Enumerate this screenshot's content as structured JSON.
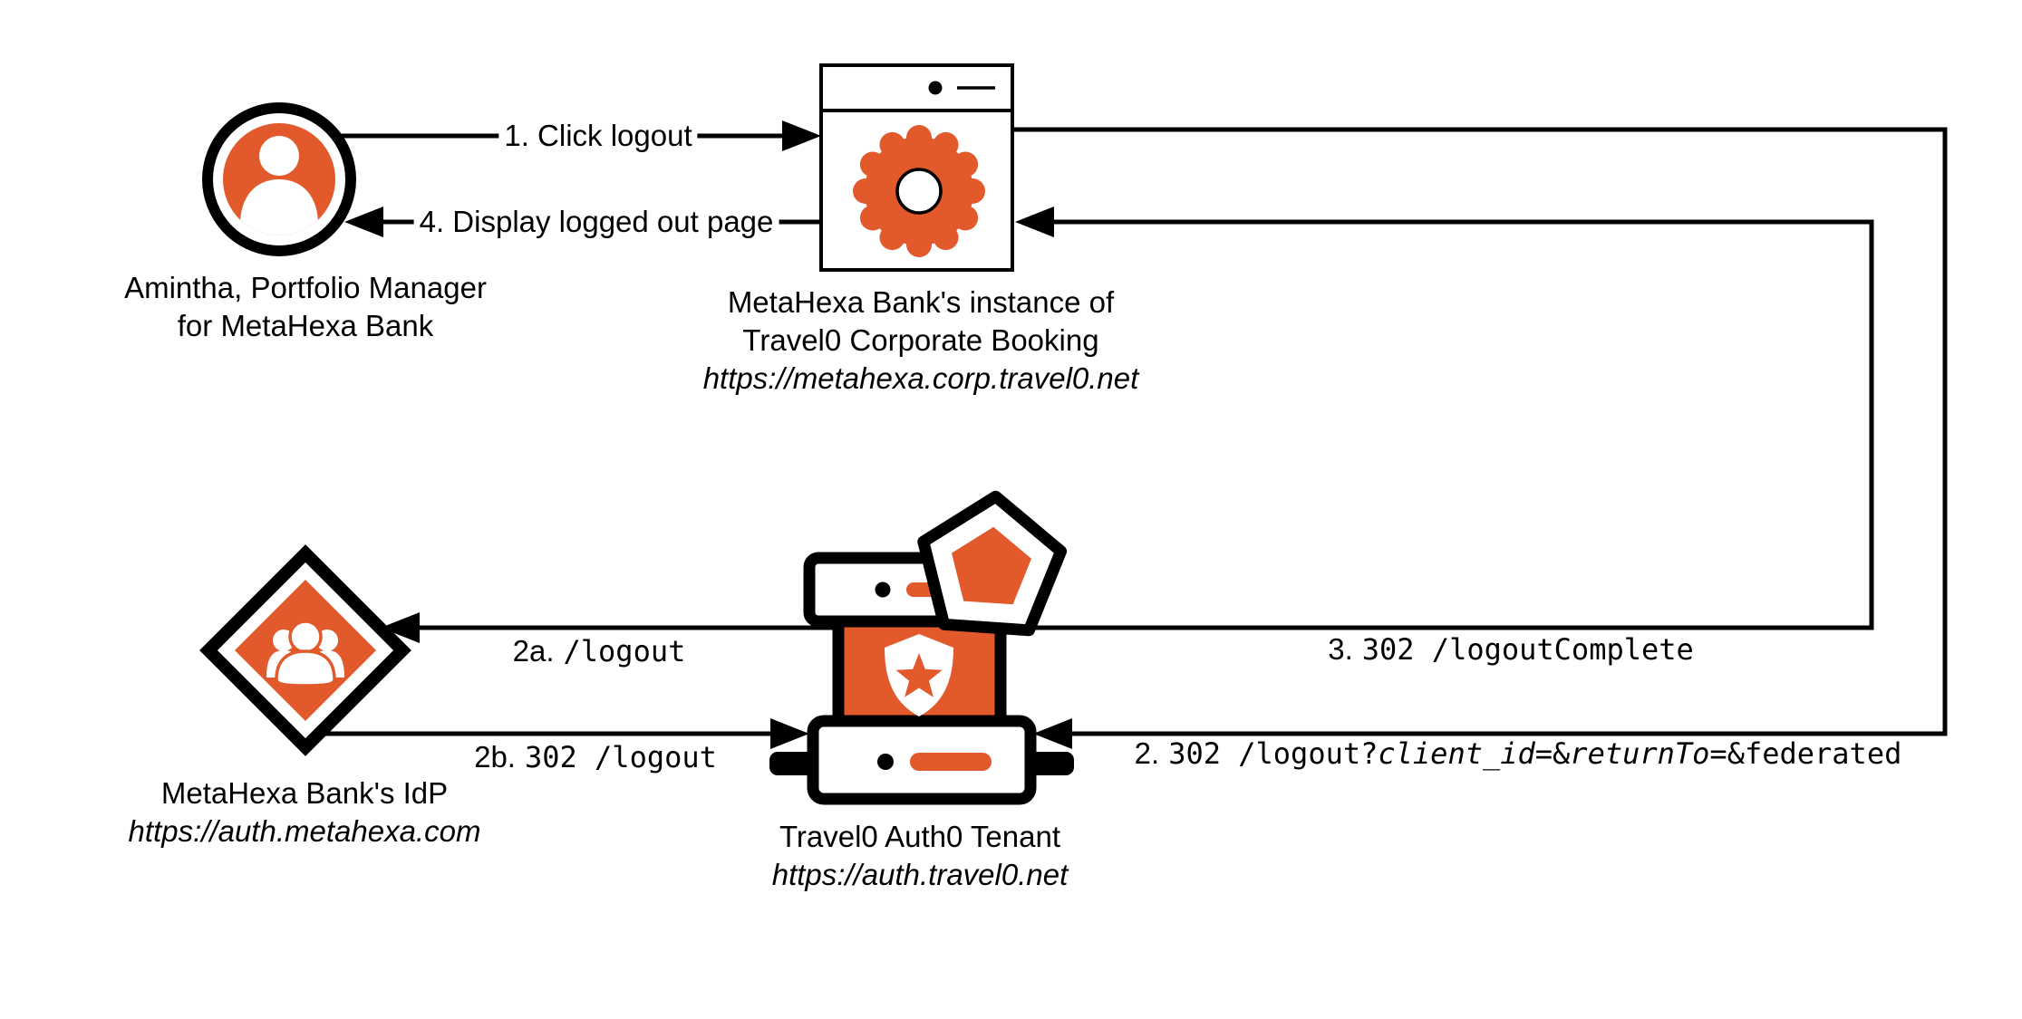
{
  "colors": {
    "accent_orange": "#E2592C",
    "line_black": "#000000",
    "background": "#FFFFFF"
  },
  "icons": {
    "user": "person-avatar-icon",
    "app": "browser-window-gear-icon",
    "idp": "diamond-user-group-icon",
    "auth0_tenant": "server-stack-pentagon-shield-icon"
  },
  "nodes": {
    "user": {
      "name_line1": "Amintha, Portfolio Manager",
      "name_line2": "for MetaHexa Bank"
    },
    "app": {
      "name_line1": "MetaHexa Bank's instance of",
      "name_line2": "Travel0 Corporate Booking",
      "url": "https://metahexa.corp.travel0.net"
    },
    "idp": {
      "name": "MetaHexa Bank's IdP",
      "url": "https://auth.metahexa.com"
    },
    "auth0_tenant": {
      "name": "Travel0 Auth0 Tenant",
      "url": "https://auth.travel0.net"
    }
  },
  "flows": {
    "step1": {
      "label": "1. Click logout"
    },
    "step4": {
      "label": "4. Display logged out page"
    },
    "step2a": {
      "prefix": "2a.",
      "path": "/logout"
    },
    "step2b": {
      "prefix": "2b.",
      "path": "302 /logout"
    },
    "step3": {
      "prefix": "3.",
      "path": "302 /logoutComplete"
    },
    "step2": {
      "prefix": "2.",
      "seg1": "302 /logout?",
      "param1": "client_id",
      "seg2": "=&",
      "param2": "returnTo",
      "seg3": "=&federated"
    }
  }
}
